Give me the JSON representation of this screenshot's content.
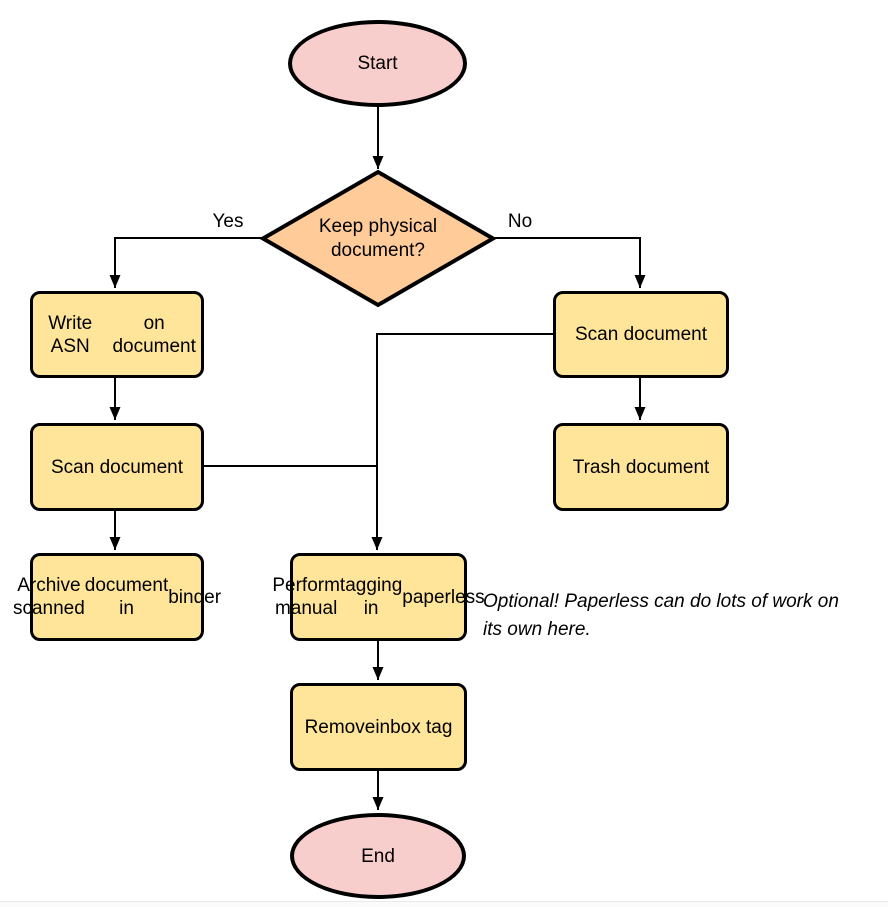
{
  "diagram_type": "flowchart",
  "colors": {
    "terminal_fill": "#f8cecc",
    "decision_fill": "#ffcc99",
    "process_fill": "#ffe599",
    "stroke": "#000000",
    "background": "#ffffff"
  },
  "nodes": {
    "start": {
      "shape": "ellipse",
      "label": "Start"
    },
    "decision": {
      "shape": "diamond",
      "label": "Keep physical document?",
      "lines": [
        "Keep physical",
        "document?"
      ]
    },
    "write_asn": {
      "shape": "process",
      "label": "Write ASN on document",
      "lines": [
        "Write ASN",
        "on document"
      ]
    },
    "scan_left": {
      "shape": "process",
      "label": "Scan document",
      "lines": [
        "Scan document"
      ]
    },
    "archive": {
      "shape": "process",
      "label": "Archive scanned document in binder",
      "lines": [
        "Archive scanned",
        "document in",
        "binder"
      ]
    },
    "scan_right": {
      "shape": "process",
      "label": "Scan document",
      "lines": [
        "Scan document"
      ]
    },
    "trash": {
      "shape": "process",
      "label": "Trash document",
      "lines": [
        "Trash document"
      ]
    },
    "tagging": {
      "shape": "process",
      "label": "Perform manual tagging in paperless",
      "lines": [
        "Perform manual",
        "tagging in",
        "paperless"
      ]
    },
    "remove_inbox": {
      "shape": "process",
      "label": "Remove inbox tag",
      "lines": [
        "Remove",
        "inbox tag"
      ]
    },
    "end": {
      "shape": "ellipse",
      "label": "End"
    }
  },
  "edge_labels": {
    "yes": "Yes",
    "no": "No"
  },
  "note": {
    "lines": [
      "Optional! Paperless can do lots of work on",
      "its own here."
    ]
  }
}
